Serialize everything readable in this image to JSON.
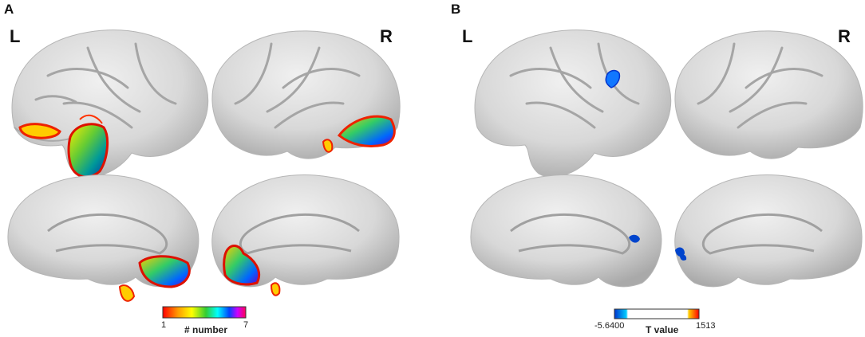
{
  "panel_a": {
    "letter": "A",
    "left_label": "L",
    "right_label": "R",
    "colorbar": {
      "min": "1",
      "max": "7",
      "title": "# number",
      "colors": [
        "#ff0000",
        "#ffa500",
        "#ffff00",
        "#00cc00",
        "#00ffff",
        "#0033ff",
        "#cc00ff",
        "#ff0066"
      ]
    }
  },
  "panel_b": {
    "letter": "B",
    "left_label": "L",
    "right_label": "R",
    "colorbar": {
      "min": "-5.6400",
      "max": "1513",
      "title": "T value",
      "colors": [
        "#0033cc",
        "#00ccff",
        "#ffffff",
        "#ffcc00",
        "#ff0000"
      ]
    }
  },
  "colors": {
    "brain": "#d6d6d6",
    "brain_shadow": "#a8a8a8",
    "sulcus": "#9a9a9a"
  }
}
